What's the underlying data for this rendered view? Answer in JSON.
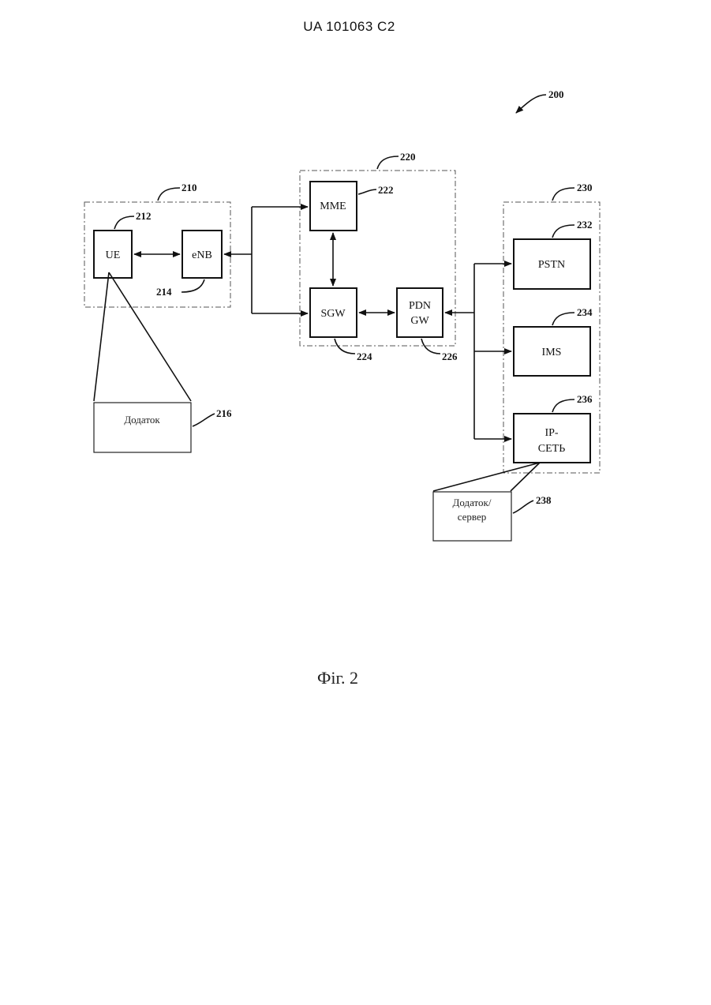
{
  "header": {
    "patent_number": "UA   101063   C2"
  },
  "figure": {
    "ref": "200",
    "caption": "Фіг. 2"
  },
  "groups": {
    "g210": {
      "ref": "210"
    },
    "g220": {
      "ref": "220"
    },
    "g230": {
      "ref": "230"
    }
  },
  "nodes": {
    "ue": {
      "label": "UE",
      "ref": "212"
    },
    "enb": {
      "label": "eNB",
      "ref": "214"
    },
    "app": {
      "label": "Додаток",
      "ref": "216"
    },
    "mme": {
      "label": "MME",
      "ref": "222"
    },
    "sgw": {
      "label": "SGW",
      "ref": "224"
    },
    "pdn": {
      "label_line1": "PDN",
      "label_line2": "GW",
      "ref": "226"
    },
    "pstn": {
      "label": "PSTN",
      "ref": "232"
    },
    "ims": {
      "label": "IMS",
      "ref": "234"
    },
    "ipnet": {
      "label_line1": "IP-",
      "label_line2": "СЕТЬ",
      "ref": "236"
    },
    "appserver": {
      "label_line1": "Додаток/",
      "label_line2": "сервер",
      "ref": "238"
    }
  }
}
